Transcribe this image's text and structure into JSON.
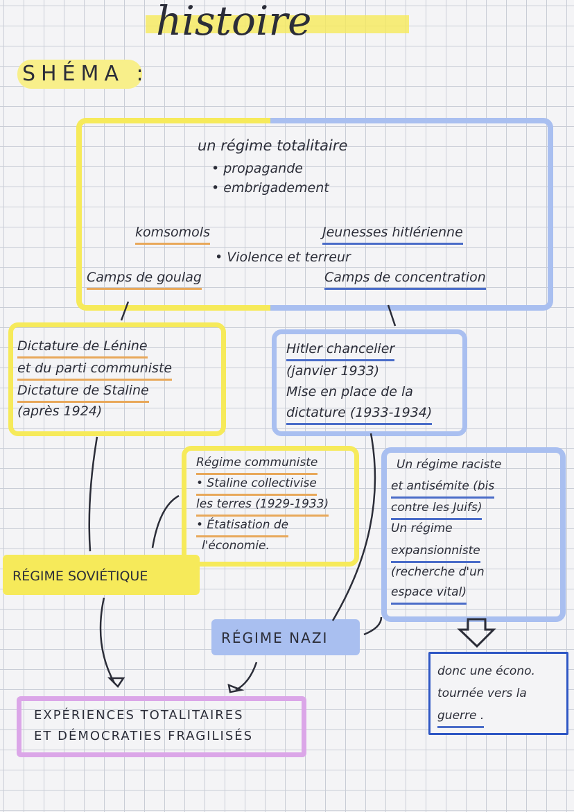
{
  "title": "histoire",
  "heading": "SHÉMA :",
  "top_box": {
    "title": "un régime totalitaire",
    "bullets": [
      "propagande",
      "embrigadement"
    ],
    "left_youth": "komsomols",
    "right_youth": "Jeunesses hitlérienne",
    "common": "Violence et terreur",
    "left_camps": "Camps de goulag",
    "right_camps": "Camps de concentration"
  },
  "soviet_box": {
    "lines": [
      "Dictature de Lénine",
      "et du parti communiste",
      "Dictature de Staline",
      "(après 1924)"
    ]
  },
  "nazi_box": {
    "lines": [
      "Hitler chancelier",
      "(janvier 1933)",
      "Mise en place de la",
      "dictature (1933-1934)"
    ]
  },
  "communist_box": {
    "lines": [
      "Régime communiste",
      "• Staline collectivise",
      "les terres (1929-1933)",
      "• Étatisation de",
      "l'économie."
    ]
  },
  "racist_box": {
    "lines": [
      "Un régime raciste",
      "et antisémite (bis",
      "contre les Juifs)",
      "Un régime",
      "expansionniste",
      "(recherche d'un",
      "espace vital)"
    ]
  },
  "regime_sovietique": "RÉGIME SOVIÉTIQUE",
  "regime_nazi": "RÉGIME NAZI",
  "economy_box": {
    "lines": [
      "donc une écono.",
      "tournée vers la",
      "guerre ."
    ]
  },
  "conclusion": {
    "lines": [
      "EXPÉRIENCES TOTALITAIRES",
      "ET DÉMOCRATIES FRAGILISÉS"
    ]
  },
  "colors": {
    "yellow": "#f6ea5a",
    "blue": "#a9bff0",
    "pink": "#dba6e8",
    "dark_blue": "#2e56c4"
  }
}
